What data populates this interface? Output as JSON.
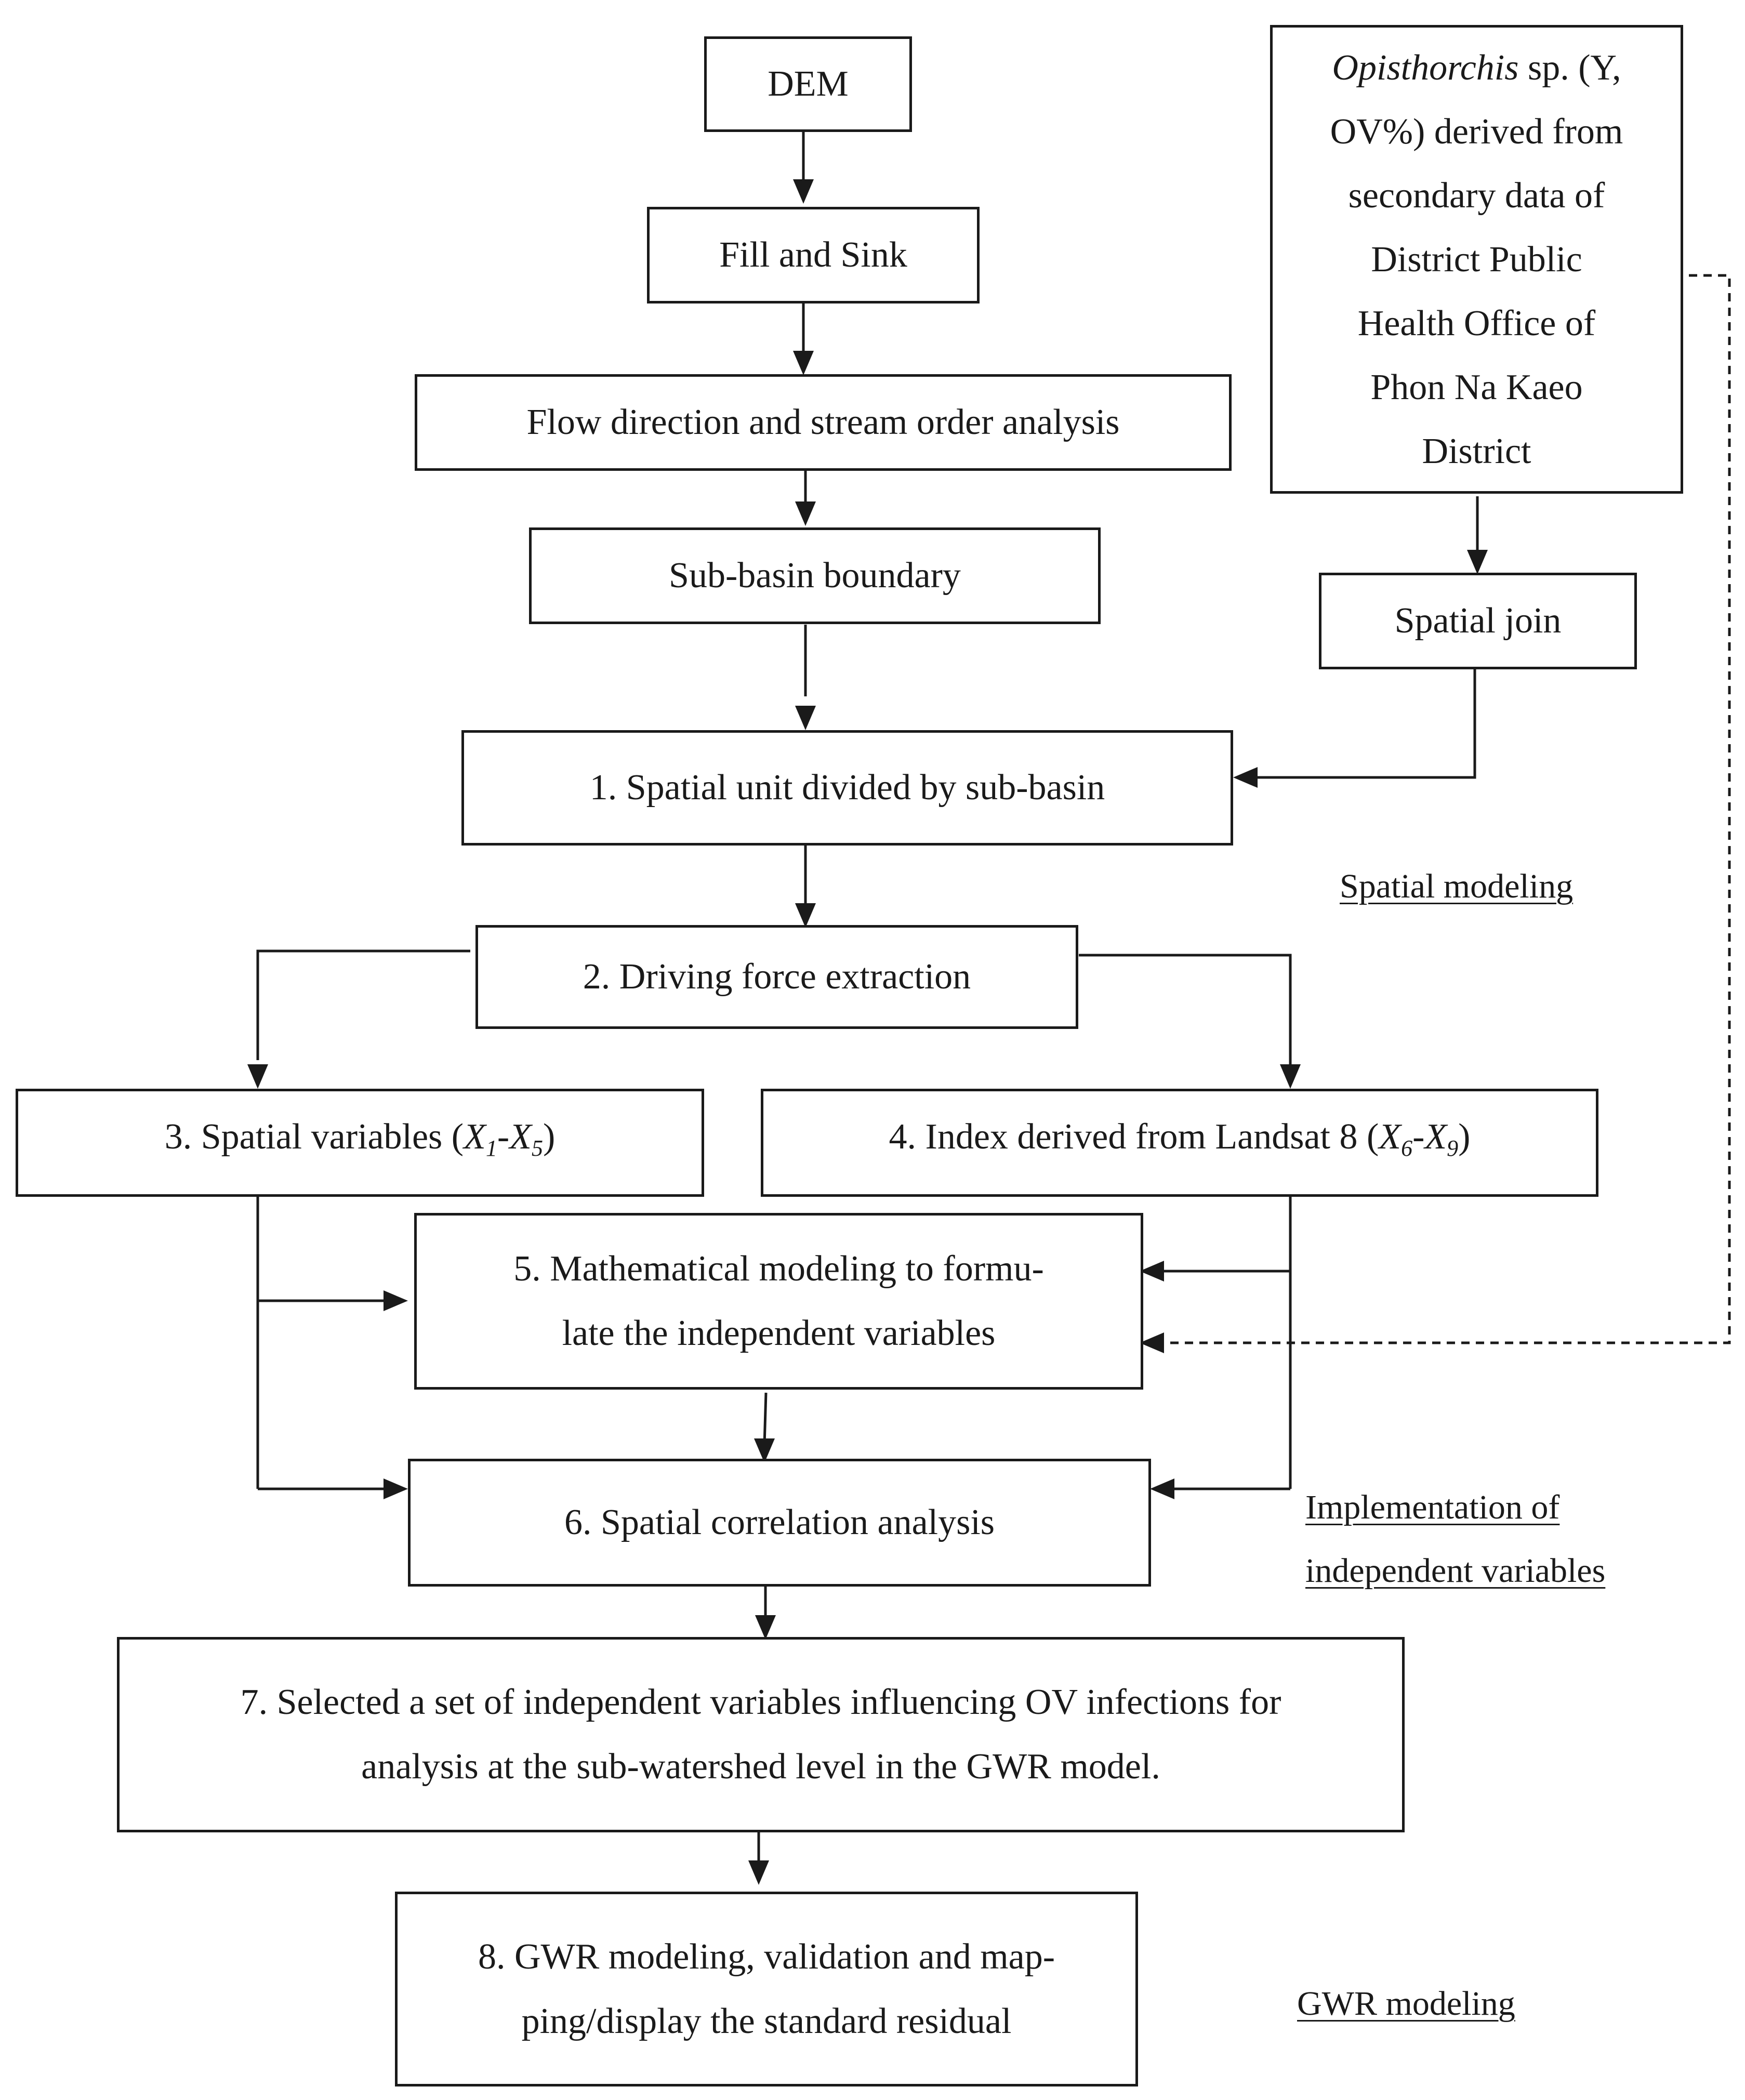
{
  "nodes": {
    "dem": "DEM",
    "fill_sink": "Fill and Sink",
    "flow_direction": "Flow direction and stream order analysis",
    "sub_basin_boundary": "Sub-basin boundary",
    "opisthorchis": {
      "italic": "Opisthorchis",
      "rest_line1": " sp. (Y,",
      "line2": "OV%) derived from",
      "line3": "secondary data of",
      "line4": "District Public",
      "line5": "Health Office of",
      "line6": "Phon Na Kaeo",
      "line7": "District"
    },
    "spatial_join": "Spatial join",
    "step1": "1. Spatial unit divided by sub-basin",
    "step2": "2. Driving force extraction",
    "step3": {
      "prefix": "3. Spatial variables (",
      "x_a": "X",
      "sub_a": "1",
      "dash": "-",
      "x_b": "X",
      "sub_b": "5",
      "suffix": ")"
    },
    "step4": {
      "prefix": "4. Index derived from Landsat 8 (",
      "x_a": "X",
      "sub_a": "6",
      "dash": "-",
      "x_b": "X",
      "sub_b": "9",
      "suffix": ")"
    },
    "step5": {
      "line1": "5. Mathematical modeling to formu-",
      "line2": "late the independent variables"
    },
    "step6": "6. Spatial correlation analysis",
    "step7": {
      "line1": "7. Selected a set of independent variables influencing OV infections for",
      "line2": "analysis at the sub-watershed level in the GWR model."
    },
    "step8": {
      "line1": "8. GWR modeling, validation and map-",
      "line2": "ping/display the standard  residual"
    }
  },
  "phase_labels": {
    "spatial_modeling": "Spatial modeling",
    "implementation_line1": "Implementation of ",
    "implementation_line2": "independent variables",
    "gwr_modeling": "GWR modeling"
  },
  "colors": {
    "stroke": "#1a1a1a",
    "background": "#ffffff"
  }
}
